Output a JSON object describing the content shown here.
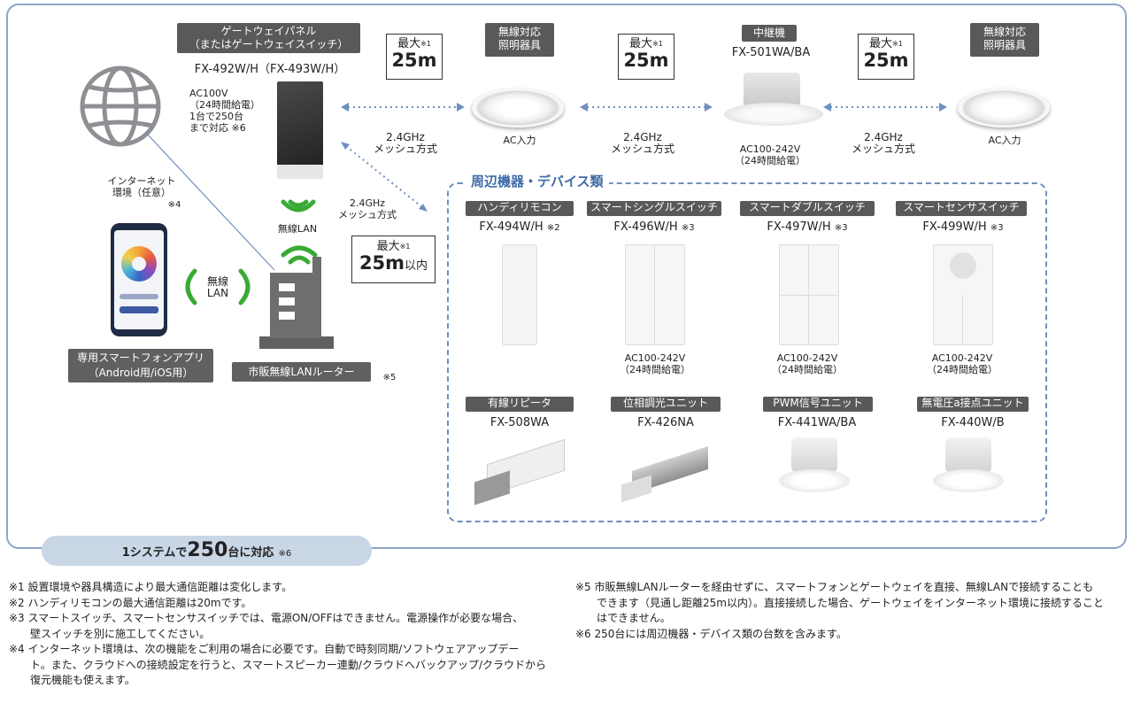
{
  "gateway": {
    "label_line1": "ゲートウェイパネル",
    "label_line2": "（またはゲートウェイスイッチ）",
    "model": "FX-492W/H（FX-493W/H）",
    "spec": "AC100V\n（24時間給電）\n1台で250台\nまで対応 ※6"
  },
  "wireless_light_left": {
    "label_line1": "無線対応",
    "label_line2": "照明器具",
    "power": "AC入力"
  },
  "repeater": {
    "label": "中継機",
    "model": "FX-501WA/BA",
    "spec": "AC100-242V\n（24時間給電）"
  },
  "wireless_light_right": {
    "label_line1": "無線対応",
    "label_line2": "照明器具",
    "power": "AC入力"
  },
  "callouts": [
    {
      "max": "最大",
      "mark": "※1",
      "distance": "25m"
    },
    {
      "max": "最大",
      "mark": "※1",
      "distance": "25m"
    },
    {
      "max": "最大",
      "mark": "※1",
      "distance": "25m"
    }
  ],
  "router_callout": {
    "max": "最大",
    "mark": "※1",
    "distance": "25m",
    "suffix": "以内"
  },
  "mesh": {
    "label1": "2.4GHz",
    "label2": "メッシュ方式"
  },
  "internet": {
    "label": "インターネット\n環境（任意）",
    "mark": "※4"
  },
  "wlan": {
    "label_gateway": "無線LAN",
    "label_phone": "無線\nLAN"
  },
  "phone": {
    "label_line1": "専用スマートフォンアプリ",
    "label_line2": "（Android用/iOS用）"
  },
  "router": {
    "label": "市販無線LANルーター",
    "mark": "※5"
  },
  "peripherals": {
    "title": "周辺機器・デバイス類",
    "items": [
      {
        "label": "ハンディリモコン",
        "model": "FX-494W/H",
        "mark": "※2",
        "spec": ""
      },
      {
        "label": "スマートシングルスイッチ",
        "model": "FX-496W/H",
        "mark": "※3",
        "spec": "AC100-242V\n（24時間給電）"
      },
      {
        "label": "スマートダブルスイッチ",
        "model": "FX-497W/H",
        "mark": "※3",
        "spec": "AC100-242V\n（24時間給電）"
      },
      {
        "label": "スマートセンサスイッチ",
        "model": "FX-499W/H",
        "mark": "※3",
        "spec": "AC100-242V\n（24時間給電）"
      },
      {
        "label": "有線リピータ",
        "model": "FX-508WA",
        "mark": "",
        "spec": ""
      },
      {
        "label": "位相調光ユニット",
        "model": "FX-426NA",
        "mark": "",
        "spec": ""
      },
      {
        "label": "PWM信号ユニット",
        "model": "FX-441WA/BA",
        "mark": "",
        "spec": ""
      },
      {
        "label": "無電圧a接点ユニット",
        "model": "FX-440W/B",
        "mark": "",
        "spec": ""
      }
    ]
  },
  "system_banner": {
    "prefix": "1システムで",
    "number": "250",
    "suffix": "台に対応",
    "mark": "※6"
  },
  "notes_left": [
    "※1 設置環境や器具構造により最大通信距離は変化します。",
    "※2 ハンディリモコンの最大通信距離は20mです。",
    "※3 スマートスイッチ、スマートセンサスイッチでは、電源ON/OFFはできません。電源操作が必要な場合、",
    "　　壁スイッチを別に施工してください。",
    "※4 インターネット環境は、次の機能をご利用の場合に必要です。自動で時刻同期/ソフトウェアアップデー",
    "　　ト。また、クラウドへの接続設定を行うと、スマートスピーカー連動/クラウドへバックアップ/クラウドから",
    "　　復元機能も使えます。"
  ],
  "notes_right": [
    "※5 市販無線LANルーターを経由せずに、スマートフォンとゲートウェイを直接、無線LANで接続することも",
    "　　できます（見通し距離25m以内）。直接接続した場合、ゲートウェイをインターネット環境に接続すること",
    "　　はできません。",
    "※6 250台には周辺機器・デバイス類の台数を含みます。"
  ],
  "colors": {
    "frame": "#8da6c4",
    "dashed": "#6f8fbe",
    "green": "#3aaa35",
    "label_bg": "#58595b",
    "banner": "#c9d6e6"
  }
}
